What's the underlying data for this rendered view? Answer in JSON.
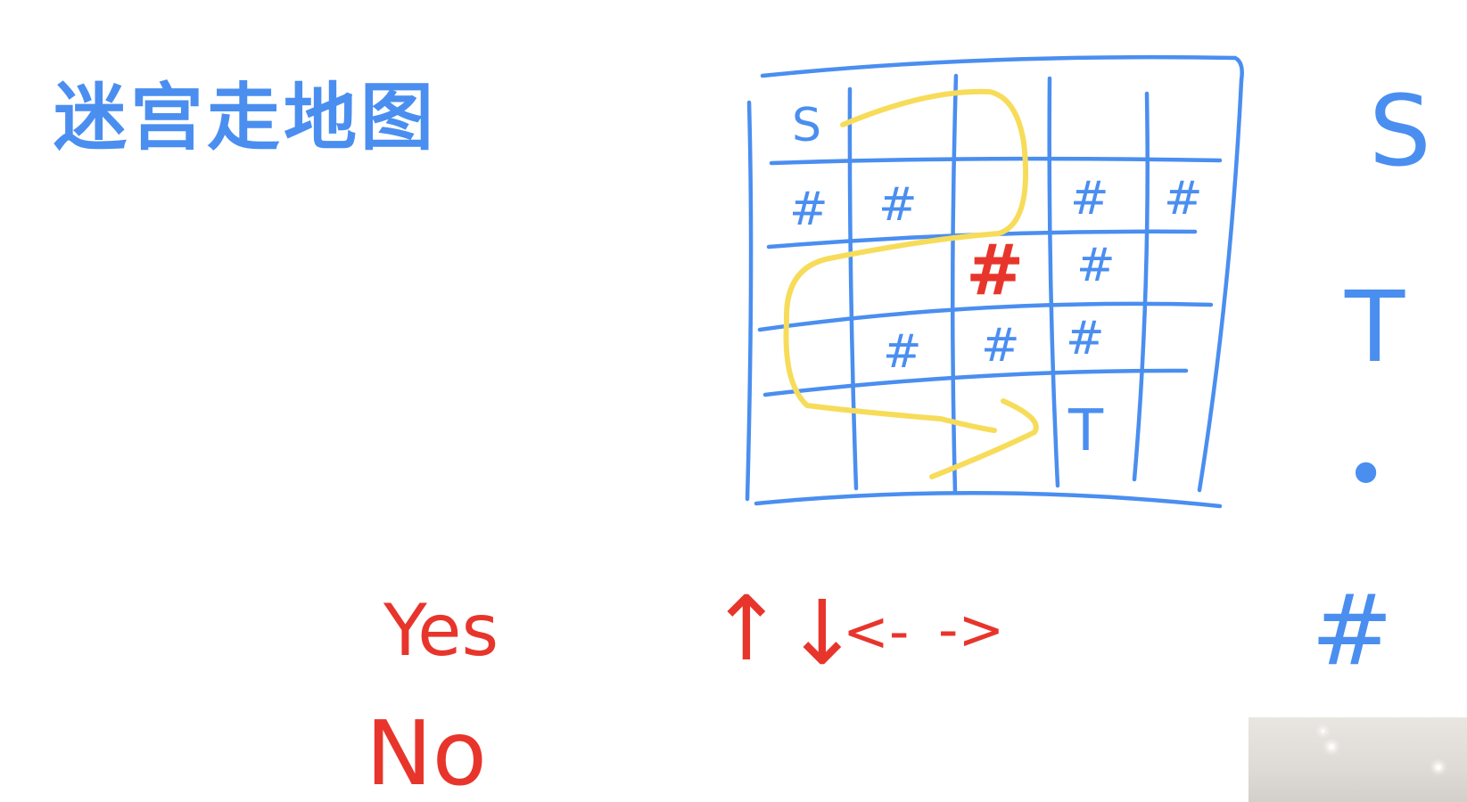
{
  "title": "迷宫走地图",
  "grid": {
    "rows": [
      [
        "S",
        "",
        "",
        "",
        ""
      ],
      [
        "#",
        "#",
        "",
        "#",
        "#"
      ],
      [
        "",
        "",
        "#",
        "#",
        ""
      ],
      [
        "",
        "#",
        "#",
        "#",
        ""
      ],
      [
        "",
        "",
        "",
        "T",
        ""
      ]
    ],
    "highlighted_cell": "#"
  },
  "answers": {
    "yes": "Yes",
    "no": "No"
  },
  "directions": {
    "up": "↑",
    "down": "↓",
    "left": "<-",
    "right": "->"
  },
  "legend": {
    "start": "S",
    "target": "T",
    "open": "•",
    "wall": "#"
  },
  "colors": {
    "grid": "#4a8ef0",
    "annotation": "#e8352c",
    "path": "#f7dc5a",
    "background": "#ffffff"
  }
}
